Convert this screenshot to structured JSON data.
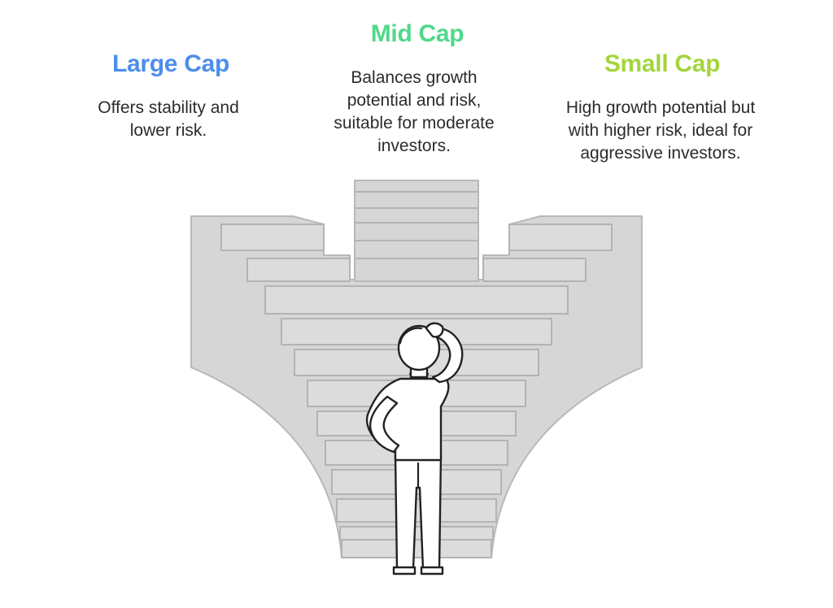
{
  "columns": [
    {
      "id": "large",
      "title": "Large Cap",
      "description": "Offers stability and lower risk.",
      "color": "#4d8eea"
    },
    {
      "id": "mid",
      "title": "Mid Cap",
      "description": "Balances growth potential and risk, suitable for moderate investors.",
      "color": "#4fd98a"
    },
    {
      "id": "small",
      "title": "Small Cap",
      "description": "High growth potential but with higher risk, ideal for aggressive investors.",
      "color": "#a3d53b"
    }
  ],
  "illustration": {
    "stairs_color": "#d6d6d6",
    "figure": "person-scratching-head-icon"
  }
}
